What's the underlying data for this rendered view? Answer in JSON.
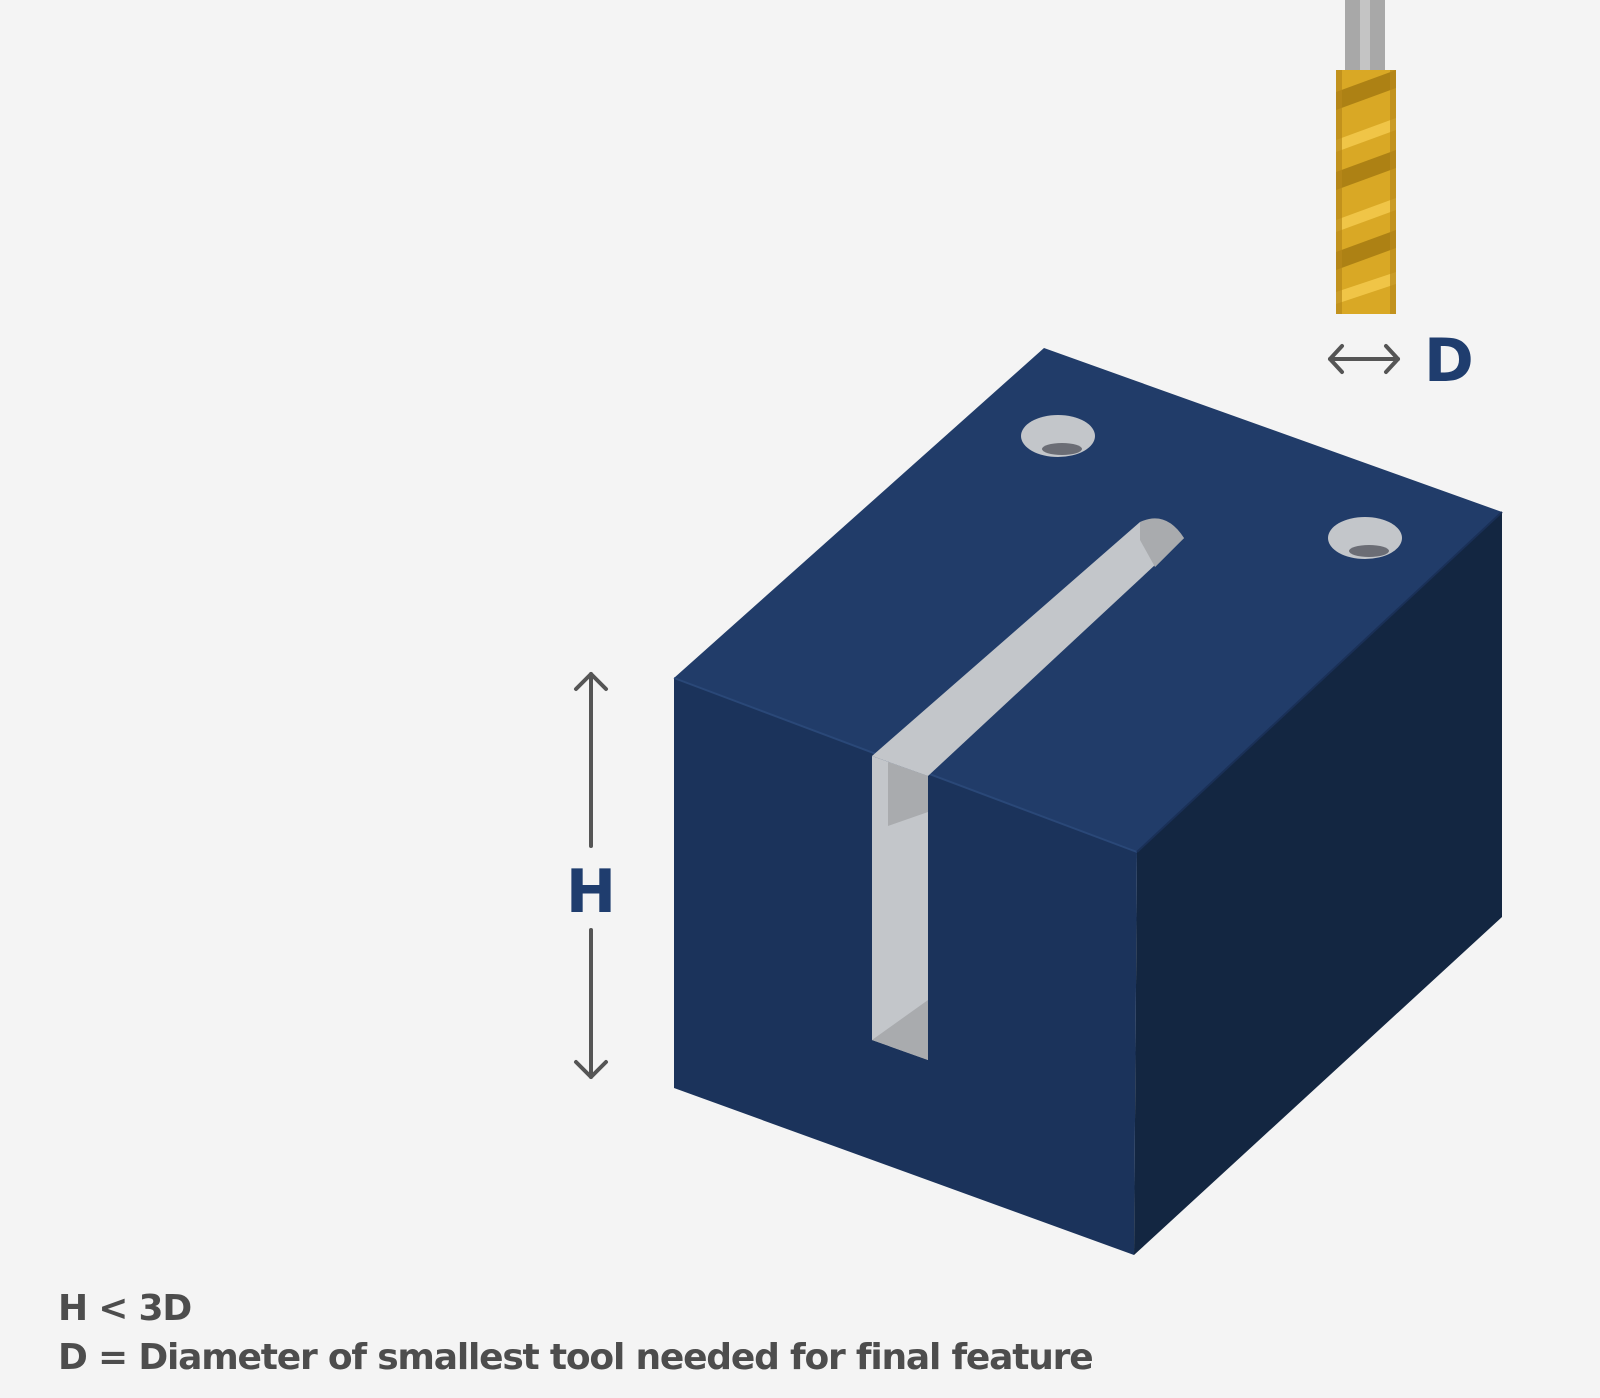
{
  "labels": {
    "height": "H",
    "diameter": "D"
  },
  "caption": {
    "line1": "H < 3D",
    "line2": "D = Diameter of smallest tool needed for final feature"
  },
  "colors": {
    "background": "#f4f4f4",
    "block_top": "#213c69",
    "block_front": "#1b335b",
    "block_side": "#132641",
    "slot_light": "#c3c6ca",
    "slot_shadow": "#a9abae",
    "tool_gold": "#d9a825",
    "tool_shank": "#a8a8a8",
    "label_blue": "#1f3d6e",
    "text_gray": "#4d4d4d",
    "arrow_gray": "#555555"
  },
  "icons": {
    "tool": "end-mill-icon",
    "height_arrow": "double-arrow-vertical-icon",
    "diameter_arrow": "double-arrow-horizontal-icon"
  }
}
